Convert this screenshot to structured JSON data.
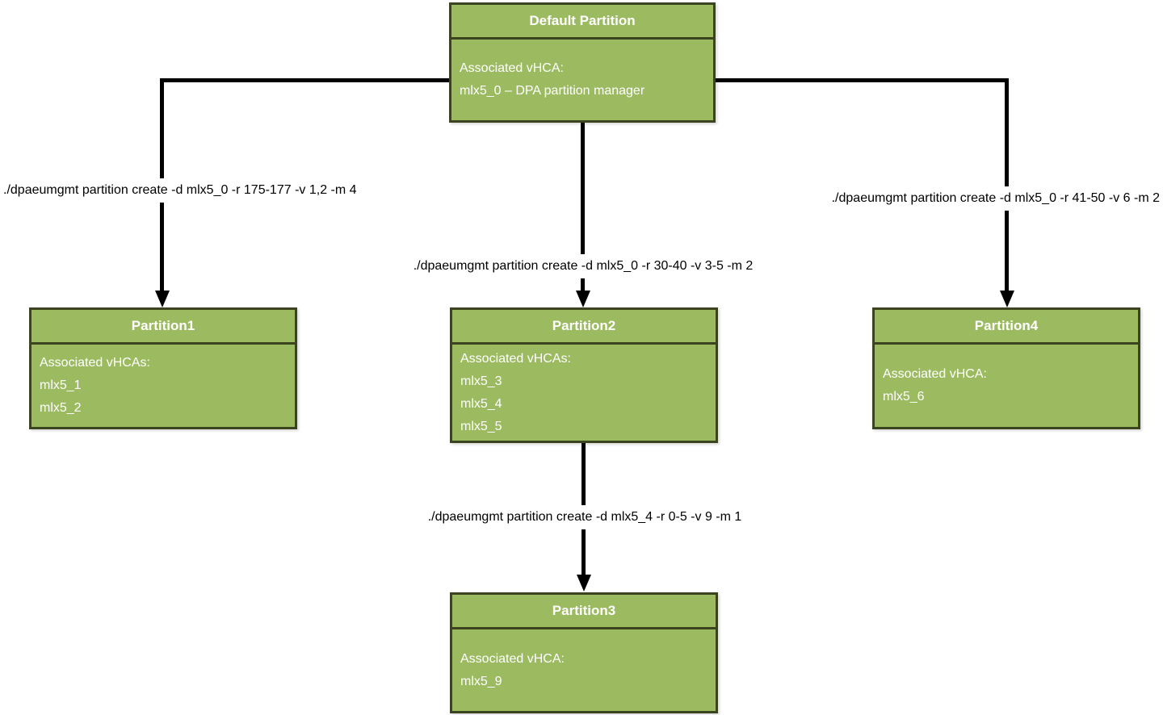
{
  "diagram": {
    "boxes": {
      "default_partition": {
        "title": "Default Partition",
        "body": "Associated vHCA:\nmlx5_0 – DPA partition manager"
      },
      "partition1": {
        "title": "Partition1",
        "body": "Associated vHCAs:\nmlx5_1\nmlx5_2"
      },
      "partition2": {
        "title": "Partition2",
        "body": "Associated vHCAs:\nmlx5_3\nmlx5_4\nmlx5_5"
      },
      "partition3": {
        "title": "Partition3",
        "body": "Associated vHCA:\nmlx5_9"
      },
      "partition4": {
        "title": "Partition4",
        "body": "Associated vHCA:\nmlx5_6"
      }
    },
    "edge_labels": {
      "default_to_partition1": "./dpaeumgmt partition create -d mlx5_0 -r 175-177 -v 1,2 -m 4",
      "default_to_partition2": "./dpaeumgmt partition create -d mlx5_0 -r 30-40 -v 3-5 -m 2",
      "default_to_partition4": "./dpaeumgmt partition create -d mlx5_0 -r 41-50 -v 6 -m 2",
      "partition2_to_partition3": "./dpaeumgmt partition create -d mlx5_4 -r 0-5 -v 9 -m 1"
    },
    "colors": {
      "box_fill": "#9CBB61",
      "box_border": "#3B431F",
      "header_text": "#FFFFFF",
      "body_text": "#FFFFFF",
      "line": "#000000",
      "label_text": "#000000",
      "background": "#FFFFFF"
    }
  }
}
